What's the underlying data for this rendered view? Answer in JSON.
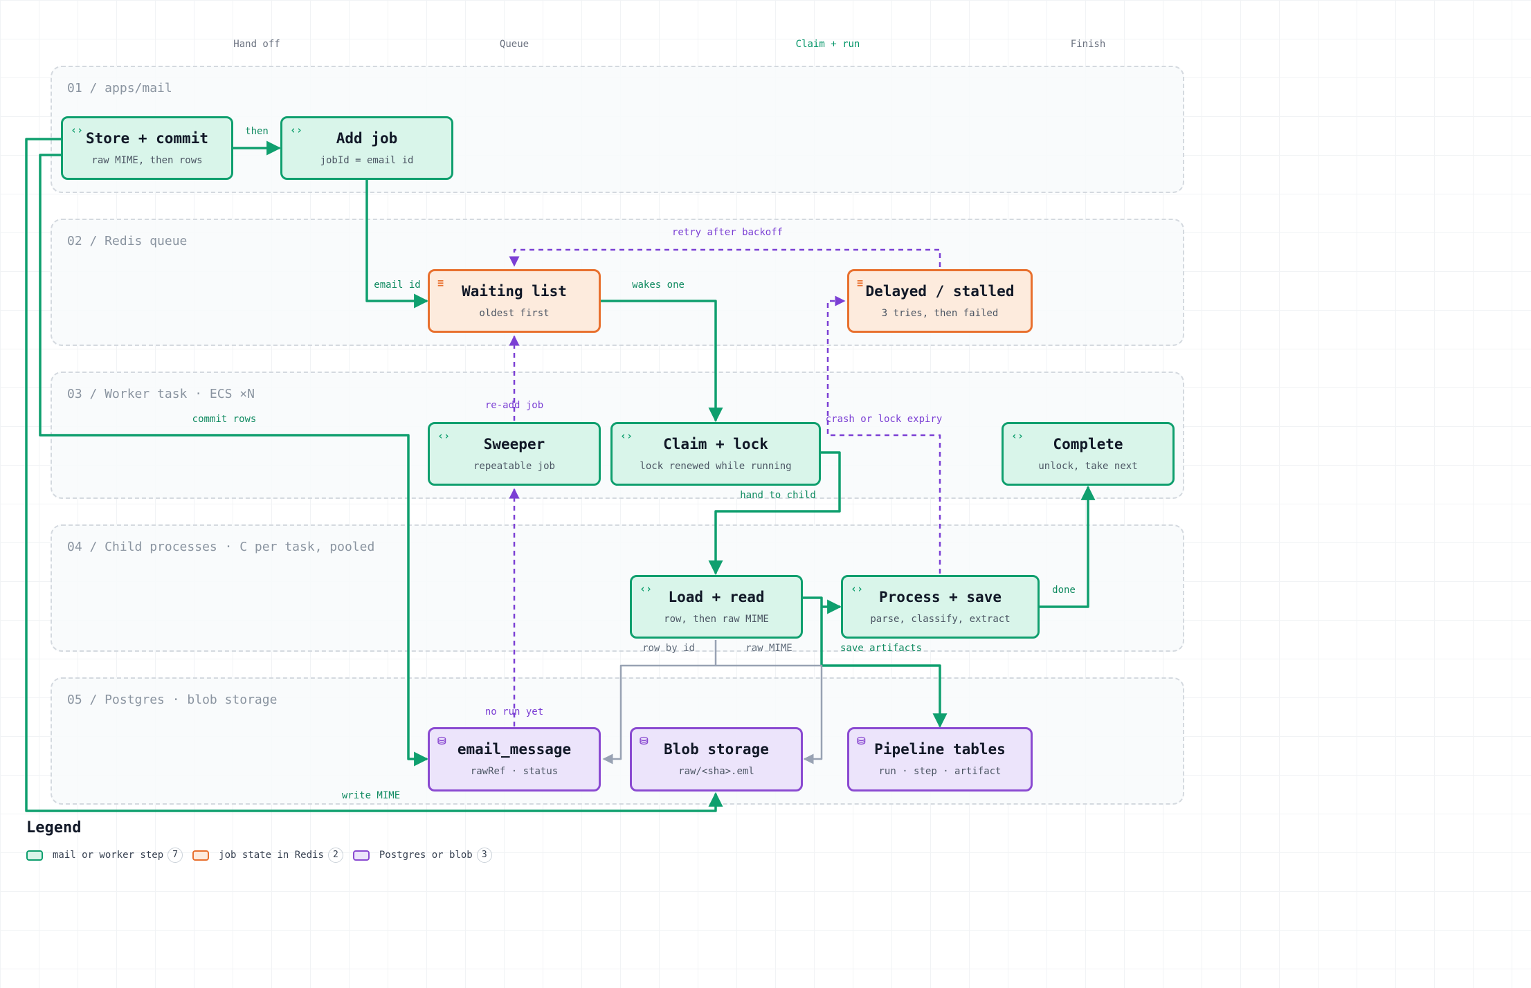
{
  "columns": [
    "Hand off",
    "Queue",
    "Claim + run",
    "Finish"
  ],
  "lanes": [
    "01 / apps/mail",
    "02 / Redis queue",
    "03 / Worker task · ECS ×N",
    "04 / Child processes · C per task, pooled",
    "05 / Postgres · blob storage"
  ],
  "nodes": {
    "store_commit": {
      "title": "Store + commit",
      "sub": "raw MIME, then rows"
    },
    "add_job": {
      "title": "Add job",
      "sub": "jobId = email id"
    },
    "waiting_list": {
      "title": "Waiting list",
      "sub": "oldest first"
    },
    "delayed": {
      "title": "Delayed / stalled",
      "sub": "3 tries, then failed"
    },
    "sweeper": {
      "title": "Sweeper",
      "sub": "repeatable job"
    },
    "claim_lock": {
      "title": "Claim + lock",
      "sub": "lock renewed while running"
    },
    "complete": {
      "title": "Complete",
      "sub": "unlock, take next"
    },
    "load_read": {
      "title": "Load + read",
      "sub": "row, then raw MIME"
    },
    "process_save": {
      "title": "Process + save",
      "sub": "parse, classify, extract"
    },
    "email_message": {
      "title": "email_message",
      "sub": "rawRef · status"
    },
    "blob_storage": {
      "title": "Blob storage",
      "sub": "raw/<sha>.eml"
    },
    "pipeline_tables": {
      "title": "Pipeline tables",
      "sub": "run · step · artifact"
    }
  },
  "edge_labels": {
    "then": "then",
    "email_id": "email id",
    "wakes_one": "wakes one",
    "retry_after_backoff": "retry after backoff",
    "re_add_job": "re-add job",
    "commit_rows": "commit rows",
    "crash_or_lock_expiry": "crash or lock expiry",
    "hand_to_child": "hand to child",
    "done": "done",
    "row_by_id": "row by id",
    "raw_mime": "raw MIME",
    "save_artifacts": "save artifacts",
    "no_run_yet": "no run yet",
    "write_mime": "write MIME"
  },
  "legend": {
    "title": "Legend",
    "items": [
      {
        "label": "mail or worker step",
        "count": "7"
      },
      {
        "label": "job state in Redis",
        "count": "2"
      },
      {
        "label": "Postgres or blob",
        "count": "3"
      }
    ]
  },
  "colors": {
    "worker": "#0f9f6e",
    "redis": "#e8702e",
    "db": "#8a4ad1",
    "data_flow": "#98a2b3"
  },
  "icons": {
    "worker": "code-icon",
    "redis": "list-icon",
    "db": "database-icon"
  }
}
